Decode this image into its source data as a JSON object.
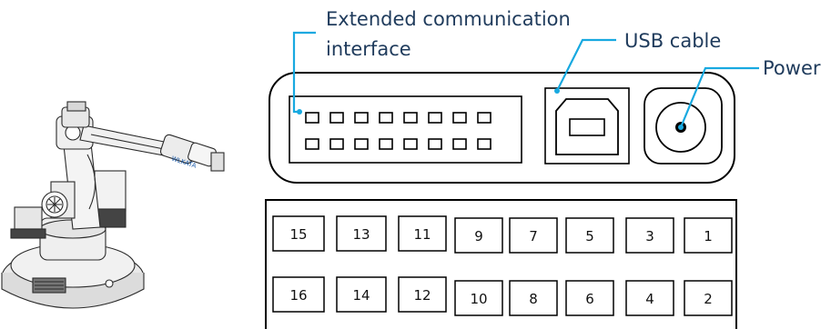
{
  "callouts": {
    "extended_line1": "Extended communication",
    "extended_line2": "interface",
    "usb": "USB cable",
    "power": "Power"
  },
  "robot_logo": "WLKATA",
  "header_pins": {
    "rows": 2,
    "columns": 8
  },
  "terminal_block": {
    "top_row": [
      "15",
      "13",
      "11",
      "9",
      "7",
      "5",
      "3",
      "1"
    ],
    "bottom_row": [
      "16",
      "14",
      "12",
      "10",
      "8",
      "6",
      "4",
      "2"
    ]
  },
  "colors": {
    "leader": "#18a9e0",
    "label_text": "#1f3b5c",
    "outline": "#000000"
  },
  "icons": [
    "robot-arm-illustration",
    "usb-b-port-icon",
    "power-jack-icon"
  ]
}
